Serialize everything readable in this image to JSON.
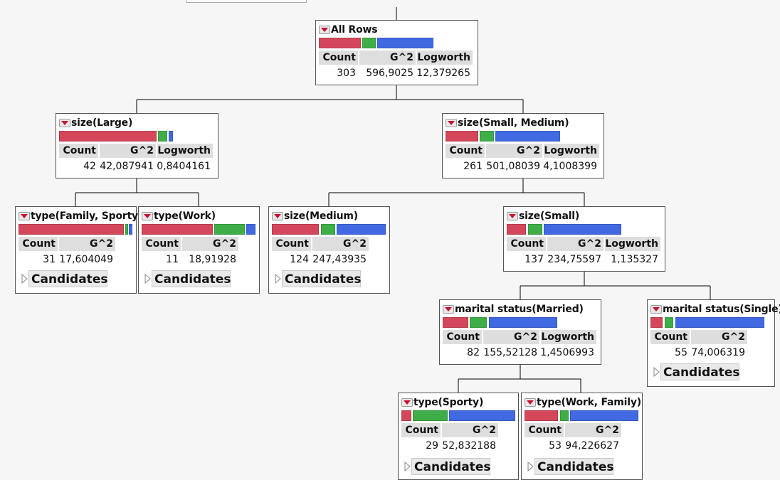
{
  "headers": {
    "count": "Count",
    "g2": "G^2",
    "logworth": "Logworth"
  },
  "candidates_label": "Candidates",
  "colors": {
    "level_1": "#d4475a",
    "level_2": "#3fae48",
    "level_3": "#4169e1",
    "connector": "#000000"
  },
  "icons": {
    "node_menu": "red-down-triangle-icon",
    "candidates_toggle": "disclosure-right-triangle-icon"
  },
  "nodes": {
    "all_rows": {
      "title": "All Rows",
      "count": "303",
      "g2": "596,9025",
      "logworth": "12,379265"
    },
    "large": {
      "title": "size(Large)",
      "count": "42",
      "g2": "42,087941",
      "logworth": "0,8404161"
    },
    "small_medium": {
      "title": "size(Small, Medium)",
      "count": "261",
      "g2": "501,08039",
      "logworth": "4,1008399"
    },
    "family_sporty": {
      "title": "type(Family, Sporty)",
      "count": "31",
      "g2": "17,604049"
    },
    "work": {
      "title": "type(Work)",
      "count": "11",
      "g2": "18,91928"
    },
    "medium": {
      "title": "size(Medium)",
      "count": "124",
      "g2": "247,43935"
    },
    "small": {
      "title": "size(Small)",
      "count": "137",
      "g2": "234,75597",
      "logworth": "1,135327"
    },
    "married": {
      "title": "marital status(Married)",
      "count": "82",
      "g2": "155,52128",
      "logworth": "1,4506993"
    },
    "single": {
      "title": "marital status(Single)",
      "count": "55",
      "g2": "74,006319"
    },
    "sporty": {
      "title": "type(Sporty)",
      "count": "29",
      "g2": "52,832188"
    },
    "work_family": {
      "title": "type(Work, Family)",
      "count": "53",
      "g2": "94,226627"
    }
  }
}
